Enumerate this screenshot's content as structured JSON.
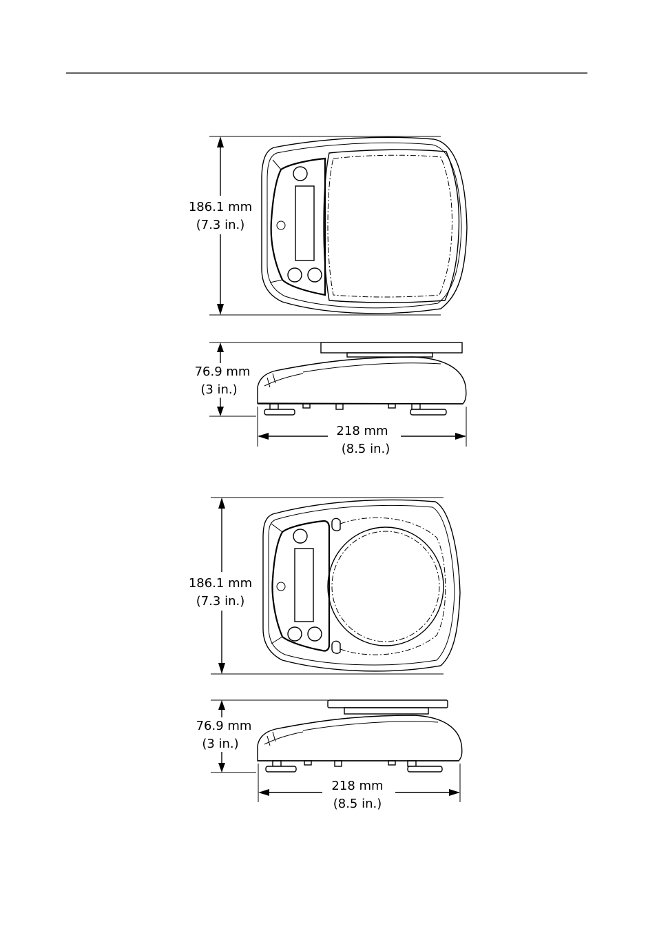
{
  "diagrams": [
    {
      "name": "square-pan-model",
      "top_view": {
        "height_mm": "186.1 mm",
        "height_in": "(7.3 in.)"
      },
      "side_view": {
        "height_mm": "76.9 mm",
        "height_in": "(3 in.)",
        "width_mm": "218 mm",
        "width_in": "(8.5 in.)"
      }
    },
    {
      "name": "round-pan-model",
      "top_view": {
        "height_mm": "186.1 mm",
        "height_in": "(7.3 in.)"
      },
      "side_view": {
        "height_mm": "76.9 mm",
        "height_in": "(3 in.)",
        "width_mm": "218 mm",
        "width_in": "(8.5 in.)"
      }
    }
  ]
}
